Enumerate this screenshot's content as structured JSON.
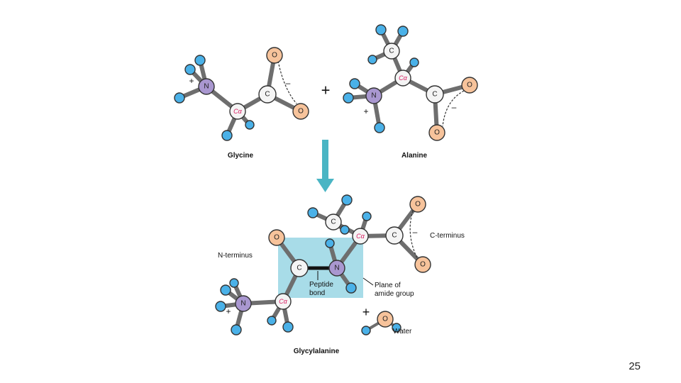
{
  "atoms": {
    "N": "N",
    "C": "C",
    "O": "O",
    "C_alpha": "Cα"
  },
  "charges": {
    "plus": "+",
    "minus": "–"
  },
  "reactants": {
    "left_name": "Glycine",
    "right_name": "Alanine",
    "plus": "+"
  },
  "product": {
    "name": "Glycylalanine",
    "n_terminus": "N-terminus",
    "c_terminus": "C-terminus",
    "peptide_bond_line1": "Peptide",
    "peptide_bond_line2": "bond",
    "plane_line1": "Plane of",
    "plane_line2": "amide group",
    "plus": "+",
    "water": "Water"
  },
  "colors": {
    "hydrogen": "#4ab1e8",
    "carbon": "#f4f4f4",
    "nitrogen": "#a997d0",
    "oxygen": "#f7c39b",
    "arrow": "#4ab5c4",
    "amide_plane": "#a8dce8",
    "c_alpha_label": "#d81b60"
  },
  "slide_number": "25"
}
